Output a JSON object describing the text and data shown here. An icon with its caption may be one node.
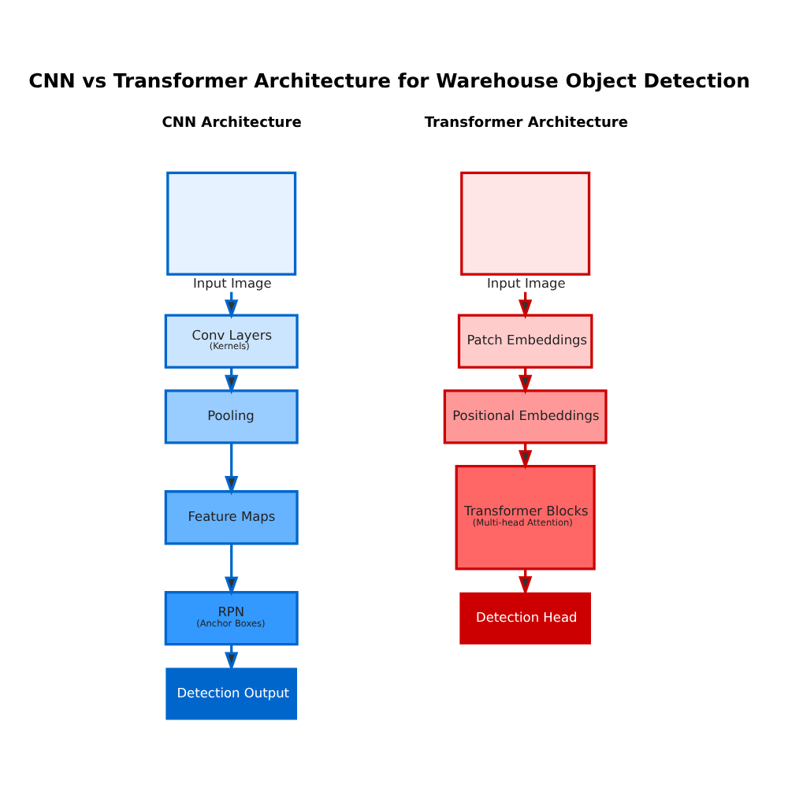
{
  "diagram": {
    "title": "CNN vs Transformer Architecture for Warehouse Object Detection",
    "nodes": [
      {
        "text": [
          "Input Image"
        ]
      },
      {
        "text": [
          "Conv Layers",
          "(Kernels)"
        ]
      },
      {
        "text": [
          "Pooling"
        ]
      },
      {
        "text": [
          "Feature Maps"
        ]
      },
      {
        "text": [
          "RPN",
          "(Anchor Boxes)"
        ]
      },
      {
        "text": [
          "Detection Output"
        ]
      },
      {
        "text": [
          "Input Image"
        ]
      },
      {
        "text": [
          "Patch Embeddings"
        ]
      },
      {
        "text": [
          "Positional Embeddings"
        ]
      },
      {
        "text": [
          "Transformer Blocks",
          "(Multi-head Attention)"
        ]
      },
      {
        "text": [
          "Detection Head"
        ]
      }
    ],
    "edges": [
      {
        "from": 0,
        "to": 1,
        "arrow": "to",
        "color": "#0066cc"
      },
      {
        "from": 1,
        "to": 2,
        "arrow": "to",
        "color": "#0066cc"
      },
      {
        "from": 2,
        "to": 3,
        "arrow": "to",
        "color": "#0066cc"
      },
      {
        "from": 3,
        "to": 4,
        "arrow": "to",
        "color": "#0066cc"
      },
      {
        "from": 4,
        "to": 5,
        "arrow": "to",
        "color": "#0066cc"
      },
      {
        "from": 6,
        "to": 7,
        "arrow": "to",
        "color": "#cc0000"
      },
      {
        "from": 7,
        "to": 8,
        "arrow": "to",
        "color": "#cc0000"
      },
      {
        "from": 8,
        "to": 9,
        "arrow": "to",
        "color": "#cc0000"
      },
      {
        "from": 9,
        "to": 10,
        "arrow": "to",
        "color": "#cc0000"
      }
    ],
    "labels": [
      "CNN Architecture",
      "Transformer Architecture"
    ]
  }
}
